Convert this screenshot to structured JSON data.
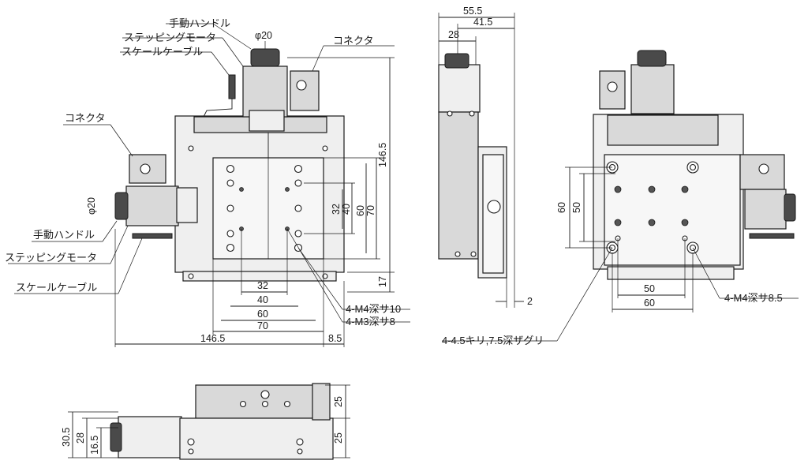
{
  "labels": {
    "handle_top": "手動ハンドル",
    "motor_top": "ステッピングモータ",
    "cable_top": "スケールケーブル",
    "connector_top": "コネクタ",
    "connector_left": "コネクタ",
    "handle_left": "手動ハンドル",
    "motor_left": "ステッピングモータ",
    "cable_left": "スケールケーブル",
    "holes_m4_top": "4-M4深サ10",
    "holes_m3_top": "4-M3深サ8",
    "holes_m4_right": "4-M4深サ8.5",
    "holes_counterbore": "4-4.5キリ,7.5深ザグリ"
  },
  "dims": {
    "phi20_top": "φ20",
    "phi20_left": "φ20",
    "v146_5": "146.5",
    "v17": "17",
    "v70_v": "70",
    "v60_v": "60",
    "v40_v": "40",
    "v32_v": "32",
    "h32": "32",
    "h40": "40",
    "h60": "60",
    "h70": "70",
    "h146_5": "146.5",
    "h8_5": "8.5",
    "side_55_5": "55.5",
    "side_41_5": "41.5",
    "side_28": "28",
    "side_2": "2",
    "right_60_v": "60",
    "right_50_v": "50",
    "right_50_h": "50",
    "right_60_h": "60",
    "front_25_top": "25",
    "front_25_bot": "25",
    "front_30_5": "30.5",
    "front_28": "28",
    "front_16_5": "16.5"
  }
}
